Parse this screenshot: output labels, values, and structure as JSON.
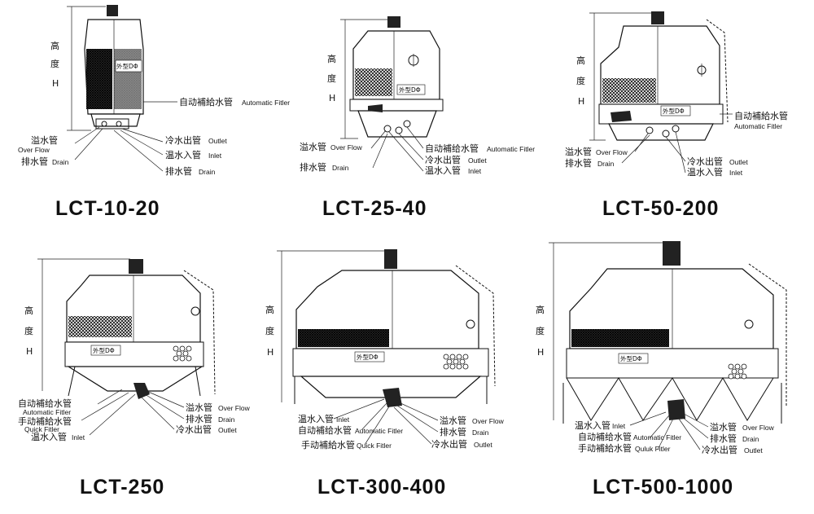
{
  "panels": [
    {
      "model": "LCT-10-20",
      "height_cn": [
        "高",
        "度",
        "H"
      ],
      "diameter": "外型DΦ",
      "labels": [
        {
          "cn": "自动補給水管",
          "en": "Automatic Fitler"
        },
        {
          "cn": "溢水管",
          "en": "Over Flow"
        },
        {
          "cn": "冷水出管",
          "en": "Outlet"
        },
        {
          "cn": "温水入管",
          "en": "Inlet"
        },
        {
          "cn": "排水管",
          "en": "Drain"
        },
        {
          "cn": "排水管",
          "en": "Drain"
        }
      ]
    },
    {
      "model": "LCT-25-40",
      "height_cn": [
        "高",
        "度",
        "H"
      ],
      "diameter": "外型DΦ",
      "labels": [
        {
          "cn": "溢水管",
          "en": "Over Flow"
        },
        {
          "cn": "自动補给水管",
          "en": "Automatic Fitler"
        },
        {
          "cn": "冷水出管",
          "en": "Outlet"
        },
        {
          "cn": "温水入管",
          "en": "Inlet"
        },
        {
          "cn": "排水管",
          "en": "Drain"
        }
      ]
    },
    {
      "model": "LCT-50-200",
      "height_cn": [
        "高",
        "度",
        "H"
      ],
      "diameter": "外型DΦ",
      "labels": [
        {
          "cn": "自动補給水管",
          "en": "Automatic Fitler"
        },
        {
          "cn": "溢水管",
          "en": "Over Flow"
        },
        {
          "cn": "排水管",
          "en": "Drain"
        },
        {
          "cn": "冷水出管",
          "en": "Outlet"
        },
        {
          "cn": "温水入管",
          "en": "Inlet"
        }
      ]
    },
    {
      "model": "LCT-250",
      "height_cn": [
        "高",
        "度",
        "H"
      ],
      "diameter": "外型DΦ",
      "labels": [
        {
          "cn": "自动補给水管",
          "en": "Automatic Fitler"
        },
        {
          "cn": "手动補給水管",
          "en": "Quick Fitler"
        },
        {
          "cn": "温水入管",
          "en": "Inlet"
        },
        {
          "cn": "溢水管",
          "en": "Over Flow"
        },
        {
          "cn": "排水管",
          "en": "Drain"
        },
        {
          "cn": "冷水出管",
          "en": "Outlet"
        }
      ]
    },
    {
      "model": "LCT-300-400",
      "height_cn": [
        "高",
        "度",
        "H"
      ],
      "diameter": "外型DΦ",
      "labels": [
        {
          "cn": "温水入管",
          "en": "Inlet"
        },
        {
          "cn": "自动補给水管",
          "en": "Automatic Fitler"
        },
        {
          "cn": "手动補給水管",
          "en": "Quick Fitler"
        },
        {
          "cn": "溢水管",
          "en": "Over Flow"
        },
        {
          "cn": "排水管",
          "en": "Drain"
        },
        {
          "cn": "冷水出管",
          "en": "Outlet"
        }
      ]
    },
    {
      "model": "LCT-500-1000",
      "height_cn": [
        "高",
        "度",
        "H"
      ],
      "diameter": "外型DΦ",
      "labels": [
        {
          "cn": "温水入管",
          "en": "Inlet"
        },
        {
          "cn": "自动補给水管",
          "en": "Automatic Fitler"
        },
        {
          "cn": "手动補給水管",
          "en": "Quluk Fitler"
        },
        {
          "cn": "溢水管",
          "en": "Over Flow"
        },
        {
          "cn": "排水管",
          "en": "Drain"
        },
        {
          "cn": "冷水出管",
          "en": "Outlet"
        }
      ]
    }
  ]
}
